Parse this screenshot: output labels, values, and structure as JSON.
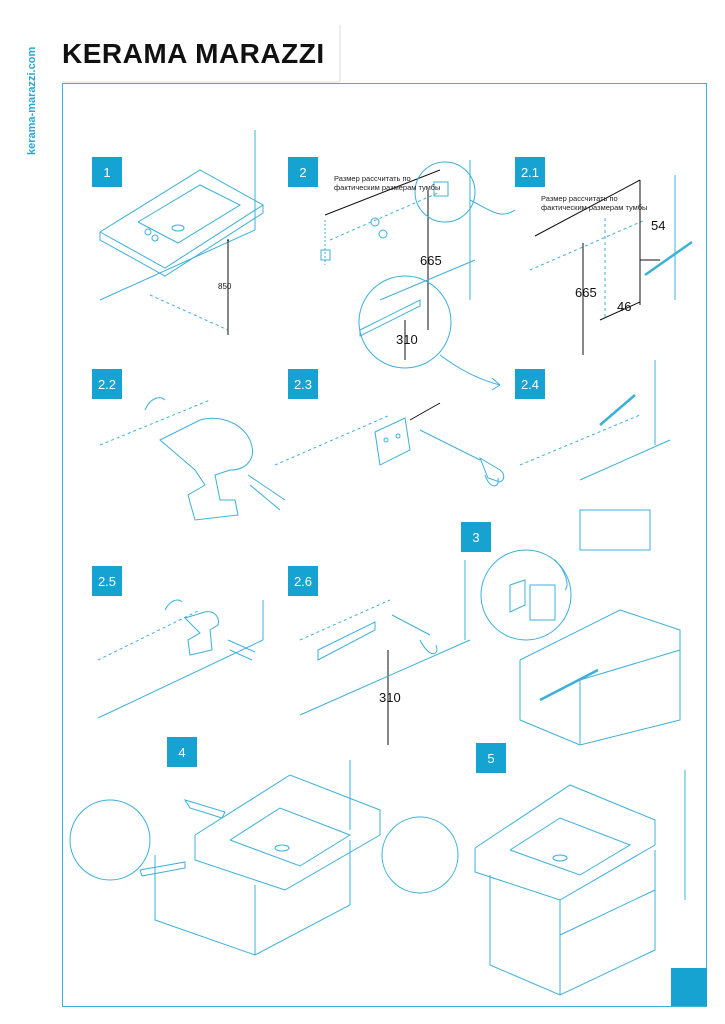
{
  "header": {
    "brand": "KERAMA MARAZZI",
    "website": "kerama-marazzi.com"
  },
  "steps": {
    "s1": "1",
    "s2": "2",
    "s2_1": "2.1",
    "s2_2": "2.2",
    "s2_3": "2.3",
    "s2_4": "2.4",
    "s2_5": "2.5",
    "s2_6": "2.6",
    "s3": "3",
    "s4": "4",
    "s5": "5"
  },
  "dimensions": {
    "d850": "850",
    "d665a": "665",
    "d310a": "310",
    "d665b": "665",
    "d54": "54",
    "d46": "46",
    "d310b": "310"
  },
  "notes": {
    "calc2": "Размер рассчитать по фактическим размерам тумбы",
    "calc2_1": "Размер рассчитать по фактическим размерам тумбы"
  },
  "colors": {
    "accent": "#16a3d2",
    "line": "#3bb0d9"
  },
  "icons": [
    "drill-icon",
    "screwdriver-icon",
    "caulk-gun-icon",
    "rotate-arrow-icon",
    "mounting-bracket-icon",
    "washbasin-icon",
    "cabinet-icon"
  ]
}
